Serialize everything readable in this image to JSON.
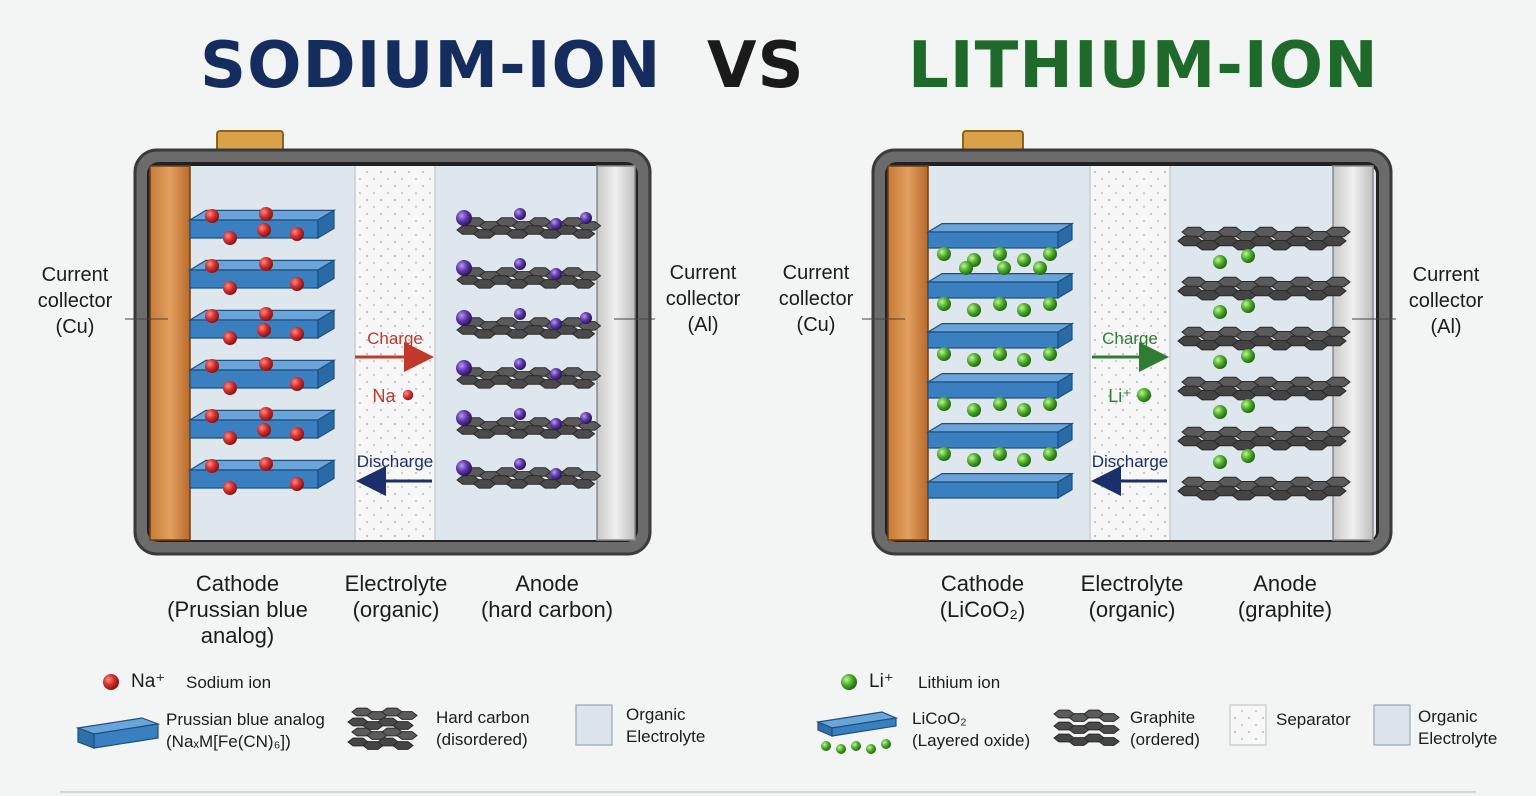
{
  "title": {
    "left": "SODIUM-ION",
    "vs": "VS",
    "right": "LITHIUM-ION"
  },
  "colors": {
    "sodium_title": "#142d5e",
    "lithium_title": "#1f6a2a",
    "charge_na": "#c0392b",
    "charge_li": "#2e7d32",
    "discharge": "#1b2f6b",
    "cathode_layer": "#3a7fc0",
    "na_ion": "#c62828",
    "li_ion": "#43a02a",
    "carbon": "#5a5a5a"
  },
  "sodium": {
    "collector_left": [
      "Current",
      "collector",
      "(Cu)"
    ],
    "collector_right": [
      "Current",
      "collector",
      "(Al)"
    ],
    "charge": "Charge",
    "ion": "Na",
    "discharge": "Discharge",
    "cathode": [
      "Cathode",
      "(Prussian blue",
      "analog)"
    ],
    "electrolyte": [
      "Electrolyte",
      "(organic)"
    ],
    "anode": [
      "Anode",
      "(hard carbon)"
    ]
  },
  "lithium": {
    "collector_left": [
      "Current",
      "collector",
      "(Cu)"
    ],
    "collector_right": [
      "Current",
      "collector",
      "(Al)"
    ],
    "charge": "Charge",
    "ion": "Li⁺",
    "discharge": "Discharge",
    "cathode": [
      "Cathode",
      "(LiCoO₂)"
    ],
    "electrolyte": [
      "Electrolyte",
      "(organic)"
    ],
    "anode": [
      "Anode",
      "(graphite)"
    ]
  },
  "legend_sodium": {
    "ion_symbol": "Na⁺",
    "ion_name": "Sodium ion",
    "cathode": [
      "Prussian blue analog",
      "(NaₓM[Fe(CN)₆])"
    ],
    "anode": [
      "Hard carbon",
      "(disordered)"
    ],
    "electrolyte": [
      "Organic",
      "Electrolyte"
    ]
  },
  "legend_lithium": {
    "ion_symbol": "Li⁺",
    "ion_name": "Lithium ion",
    "cathode": [
      "LiCoO₂",
      "(Layered oxide)"
    ],
    "anode": [
      "Graphite",
      "(ordered)"
    ],
    "separator": "Separator",
    "electrolyte": [
      "Organic",
      "Electrolyte"
    ]
  }
}
